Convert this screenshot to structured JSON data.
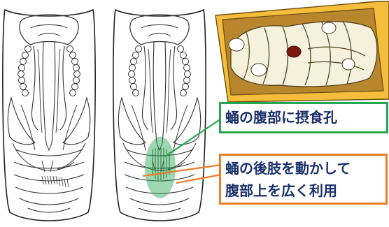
{
  "callouts": {
    "feeding_hole": "蛹の腹部に摂食孔",
    "legs_line1": "蛹の後肢を動かして",
    "legs_line2": "腹部上を広く利用"
  },
  "colors": {
    "green": "#26a650",
    "orange": "#ee7d24",
    "text_navy": "#1a2f6b",
    "cell_wall": "#f4be3c",
    "cell_fill": "#b8862c"
  }
}
